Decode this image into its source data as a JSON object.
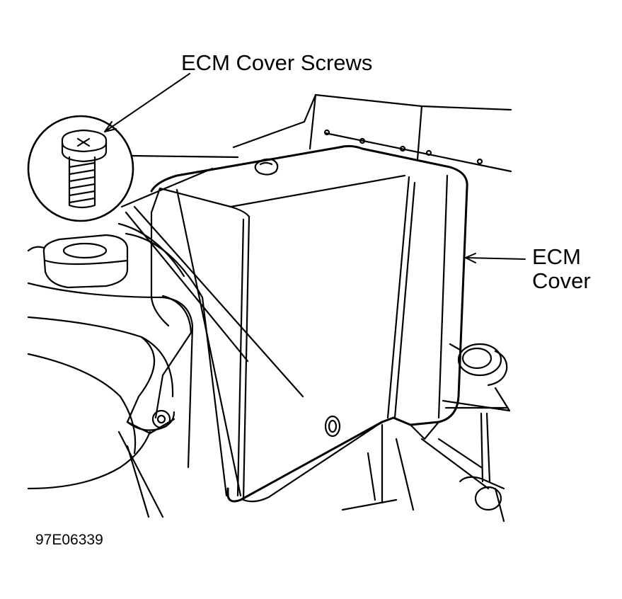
{
  "callouts": {
    "screws": "ECM Cover Screws",
    "cover_line1": "ECM",
    "cover_line2": "Cover"
  },
  "figure_code": "97E06339",
  "colors": {
    "ink": "#000000",
    "paper": "#ffffff"
  }
}
